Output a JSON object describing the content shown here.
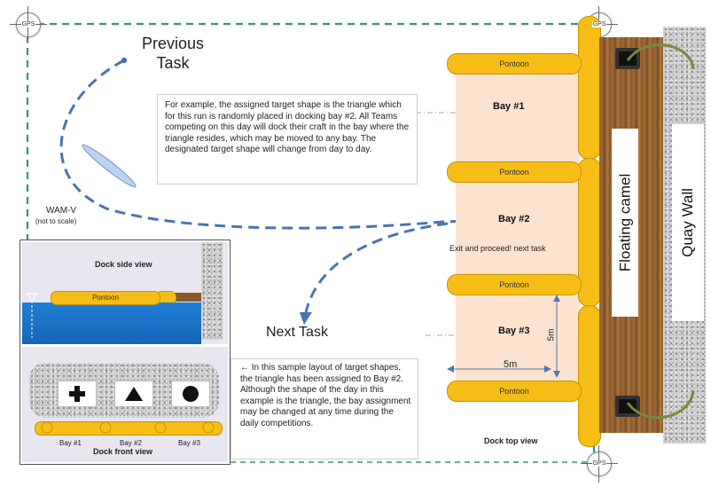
{
  "gps_label": "GPS",
  "labels": {
    "previous_task": "Previous\nTask",
    "next_task": "Next Task",
    "wam_v": "WAM-V",
    "not_to_scale": "(not to scale)",
    "exit_text": "Exit and proceed! next task",
    "floating_camel": "Floating camel",
    "quay_wall": "Quay Wall",
    "dock_top_view": "Dock top view",
    "dim_5m_h": "5m",
    "dim_5m_v": "5m"
  },
  "pontoons": [
    "Pontoon",
    "Pontoon",
    "Pontoon",
    "Pontoon"
  ],
  "bays": [
    "Bay #1",
    "Bay #2",
    "Bay #3"
  ],
  "note_top": "For example,  the assigned target shape is the triangle which for this run is randomly placed in docking bay #2. All Teams competing on this day will dock their craft in the bay where the triangle resides, which may be moved to any bay.  The designated target shape will change from day to day.",
  "note_bottom": "← In this sample layout of target shapes, the triangle has been assigned to Bay #2. Although the shape of the day in this example is the triangle, the bay assignment may be changed at any time during the daily competitions.",
  "inset": {
    "side_title": "Dock side view",
    "side_pontoon": "Pontoon",
    "front_title": "Dock front view",
    "front_bays": [
      "Bay #1",
      "Bay #2",
      "Bay #3"
    ],
    "shapes": [
      "cross-icon",
      "triangle-icon",
      "circle-icon"
    ]
  },
  "colors": {
    "pontoon": "#f6bd16",
    "bay_fill": "#fbe3cf",
    "path_blue": "#4a73b0",
    "boundary_green": "#2e9e55",
    "water": "#1e7fd6"
  }
}
